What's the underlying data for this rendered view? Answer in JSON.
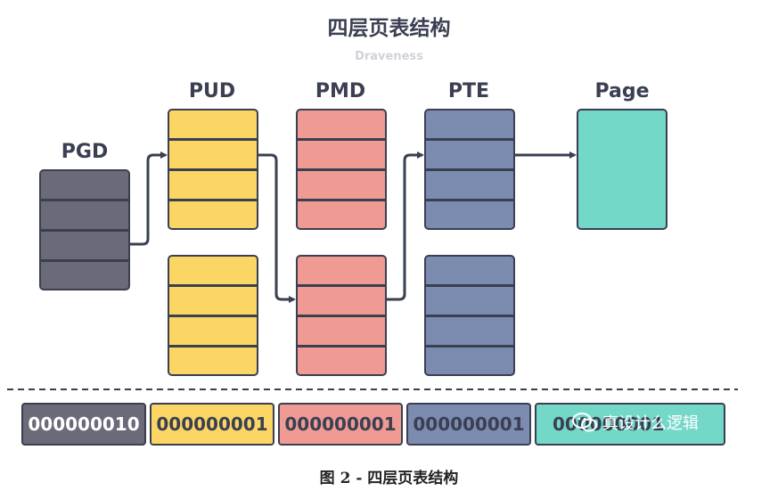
{
  "title": "四层页表结构",
  "subtitle": "Draveness",
  "labels": {
    "pgd": "PGD",
    "pud": "PUD",
    "pmd": "PMD",
    "pte": "PTE",
    "page": "Page"
  },
  "address_segments": [
    {
      "text": "000000010",
      "color": "#6b6a78"
    },
    {
      "text": "000000001",
      "color": "#fbd665"
    },
    {
      "text": "000000001",
      "color": "#ef9b94"
    },
    {
      "text": "000000001",
      "color": "#7b8cb0"
    },
    {
      "text": "000000001",
      "color": "#74d8c8"
    }
  ],
  "watermark": "真设计么逻辑",
  "caption": "图 2 - 四层页表结构",
  "colors": {
    "pgd": "#6b6a78",
    "pud": "#fbd665",
    "pmd": "#ef9b94",
    "pte": "#7b8cb0",
    "page": "#74d8c8",
    "outline": "#3a3f52"
  }
}
